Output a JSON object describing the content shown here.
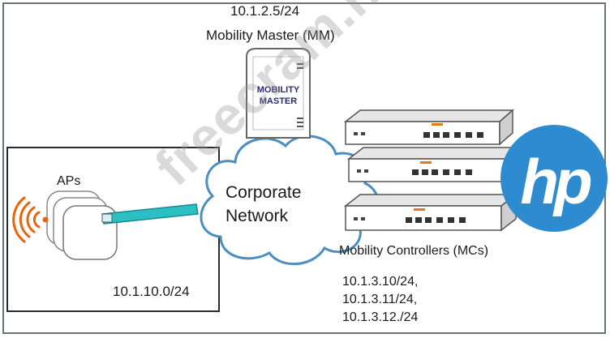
{
  "mobility_master": {
    "ip": "10.1.2.5/24",
    "label": "Mobility Master (MM)",
    "device_text": "MOBILITY\nMASTER"
  },
  "corporate_network": {
    "label": "Corporate\nNetwork"
  },
  "access_points": {
    "label": "APs",
    "subnet": "10.1.10.0/24"
  },
  "mobility_controllers": {
    "label": "Mobility Controllers (MCs)",
    "ips": [
      "10.1.3.10/24,",
      "10.1.3.11/24,",
      "10.1.3.12./24"
    ]
  },
  "watermark": "freecram.net",
  "logo": {
    "text": "hp",
    "color": "#2e8bd0"
  },
  "colors": {
    "cloud_outline": "#4a8fc0",
    "antenna": "#2bbfc4",
    "wifi": "#e8650f",
    "controller_accent": "#e07a1c"
  }
}
